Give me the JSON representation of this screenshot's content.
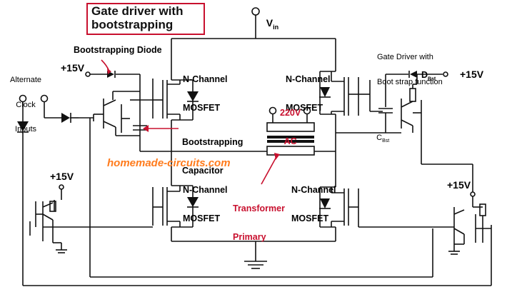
{
  "title_lines": [
    "Gate driver with",
    "bootstrapping"
  ],
  "labels": {
    "vin_main": "V",
    "vin_sub": "in",
    "bootstrap_diode": "Bootstrapping Diode",
    "plus15_tl": "+15V",
    "alt_clock": [
      "Alternate",
      "Clock",
      "Inputs"
    ],
    "nch_tl": [
      "N-Channel",
      "MOSFET"
    ],
    "nch_tr": [
      "N-Channel",
      "MOSFET"
    ],
    "nch_bl": [
      "N-Channel",
      "MOSFET"
    ],
    "nch_br": [
      "N-Channel",
      "MOSFET"
    ],
    "ac_lines": [
      "220V",
      "AC"
    ],
    "boot_cap": [
      "Bootstrapping",
      "Capacitor"
    ],
    "watermark": "homemade-circuits.com",
    "transformer": [
      "Transformer",
      "Primary"
    ],
    "gate_driver_note": [
      "Gate Driver with",
      "Boot strap function"
    ],
    "dbst": "D",
    "dbst_sub": "Bst",
    "cbst": "C",
    "cbst_sub": "Bst",
    "plus15_tr": "+15V",
    "plus15_ml": "+15V",
    "plus15_mr": "+15V"
  },
  "colors": {
    "accent_red": "#c8102e",
    "watermark": "#ff7b1c",
    "line": "#111111"
  }
}
